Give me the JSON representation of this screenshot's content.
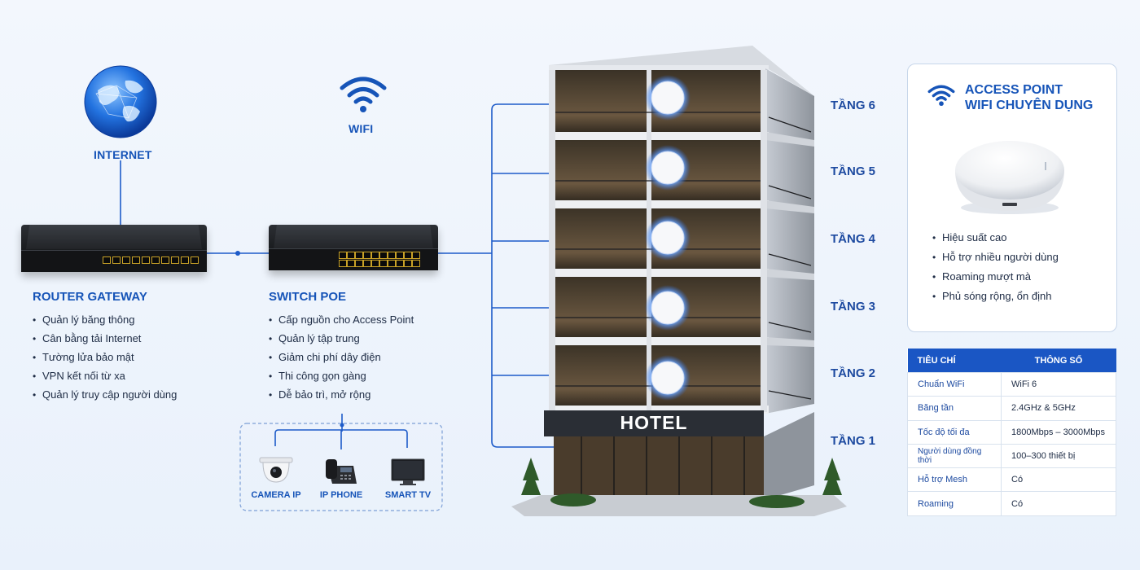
{
  "internet": {
    "label": "INTERNET"
  },
  "wifi": {
    "label": "WIFI"
  },
  "router": {
    "title": "ROUTER GATEWAY",
    "features": [
      "Quản lý băng thông",
      "Cân bằng tải Internet",
      "Tường lửa bảo mật",
      "VPN kết nối từ xa",
      "Quản lý truy cập người dùng"
    ]
  },
  "switch": {
    "title": "SWITCH POE",
    "features": [
      "Cấp nguồn cho Access Point",
      "Quản lý tập trung",
      "Giảm chi phí dây điện",
      "Thi công gọn gàng",
      "Dễ bảo trì, mở rộng"
    ]
  },
  "devices": [
    "CAMERA IP",
    "IP PHONE",
    "SMART TV"
  ],
  "building": {
    "sign": "HOTEL"
  },
  "floors": [
    "TẦNG 6",
    "TẦNG 5",
    "TẦNG 4",
    "TẦNG 3",
    "TẦNG 2",
    "TẦNG 1"
  ],
  "access_point": {
    "title_line1": "ACCESS POINT",
    "title_line2": "WIFI CHUYÊN DỤNG",
    "features": [
      "Hiệu suất cao",
      "Hỗ trợ nhiều người dùng",
      "Roaming mượt mà",
      "Phủ sóng rộng, ổn định"
    ]
  },
  "spec_table": {
    "headers": [
      "TIÊU CHÍ",
      "THÔNG SỐ"
    ],
    "rows": [
      [
        "Chuẩn WiFi",
        "WiFi 6"
      ],
      [
        "Băng tần",
        "2.4GHz & 5GHz"
      ],
      [
        "Tốc độ tối đa",
        "1800Mbps – 3000Mbps"
      ],
      [
        "Người dùng đồng thời",
        "100–300 thiết bị"
      ],
      [
        "Hỗ trợ Mesh",
        "Có"
      ],
      [
        "Roaming",
        "Có"
      ]
    ]
  },
  "colors": {
    "accent": "#1654b8",
    "wire": "#1d5bc9",
    "table_header": "#1a56c4"
  }
}
